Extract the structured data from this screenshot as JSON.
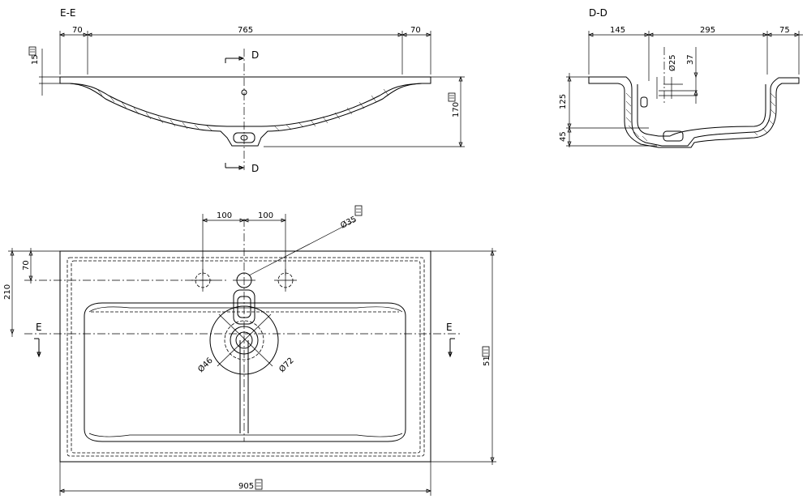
{
  "section_labels": {
    "ee": "E-E",
    "dd": "D-D",
    "d_top": "D",
    "d_bottom": "D",
    "e_left": "E",
    "e_right": "E"
  },
  "ee_view": {
    "dim_left": "70",
    "dim_mid": "765",
    "dim_right": "70",
    "dim_rim": "15",
    "dim_height": "170"
  },
  "dd_view": {
    "dim_a": "145",
    "dim_b": "295",
    "dim_c": "75",
    "dim_dia": "Ø25",
    "dim_37": "37",
    "dim_125": "125",
    "dim_45": "45"
  },
  "plan_view": {
    "dim_100_left": "100",
    "dim_100_right": "100",
    "dim_tap_hole": "Ø35",
    "dim_70": "70",
    "dim_210": "210",
    "dim_drain_small": "Ø46",
    "dim_drain_large": "Ø72",
    "dim_depth": "515",
    "dim_width": "905"
  }
}
